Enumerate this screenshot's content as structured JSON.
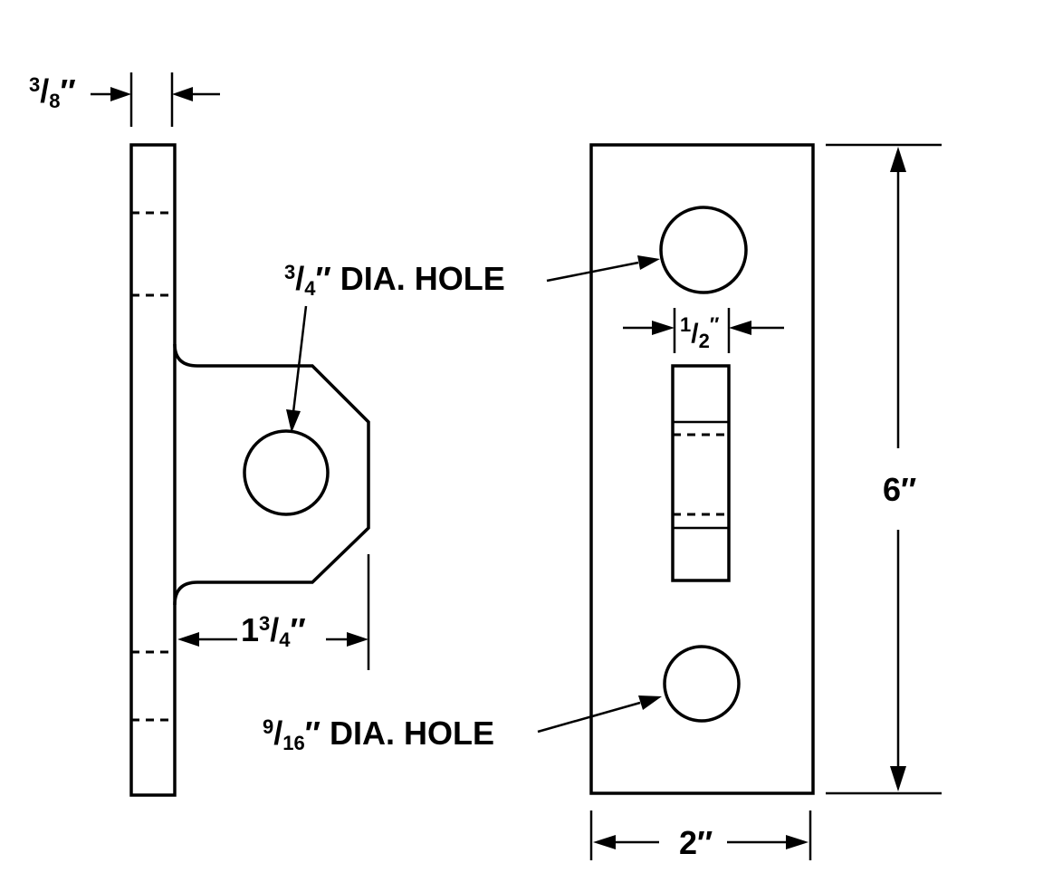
{
  "side_view": {
    "thickness_num": "3",
    "thickness_den": "8",
    "thickness_unit": "″",
    "hole_num": "3",
    "hole_den": "4",
    "hole_suffix": "″ DIA. HOLE",
    "tab_whole": "1",
    "tab_num": "3",
    "tab_den": "4",
    "tab_unit": "″"
  },
  "front_view": {
    "slot_num": "1",
    "slot_den": "2",
    "slot_unit": "″",
    "height": "6″",
    "width": "2″",
    "hole_num": "9",
    "hole_den": "16",
    "hole_suffix": "″ DIA. HOLE"
  }
}
